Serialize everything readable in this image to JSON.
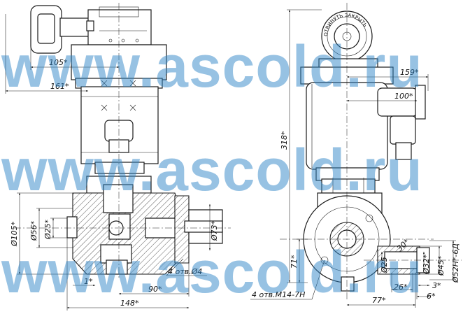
{
  "watermark": {
    "text": "www.ascold.ru",
    "color": "#2f86c8"
  },
  "front_view": {
    "dims": {
      "d105": "105*",
      "d161": "161*",
      "phi105": "Ø105*",
      "phi56": "Ø56*",
      "phi25": "Ø25*",
      "phi73": "Ø73*",
      "holes4": "4 отв.Ø4",
      "d1": "1*",
      "d90": "90*",
      "d148": "148*"
    }
  },
  "side_view": {
    "dims": {
      "d318": "318*",
      "d159": "159*",
      "d100": "100*",
      "d71": "71*",
      "phi25": "Ø25",
      "phi32": "Ø32*",
      "phi45": "Ø45*",
      "phi52": "Ø52Н*-6Д",
      "d30": "30*",
      "d3": "3*",
      "d6": "6*",
      "d26": "26*",
      "d77": "77*",
      "holesM14": "4 отв.М14-7Н"
    },
    "ring_text": "ОТВИНУТЬ ЗАКРЫТЬ"
  },
  "colors": {
    "line": "#1a1a1a"
  }
}
